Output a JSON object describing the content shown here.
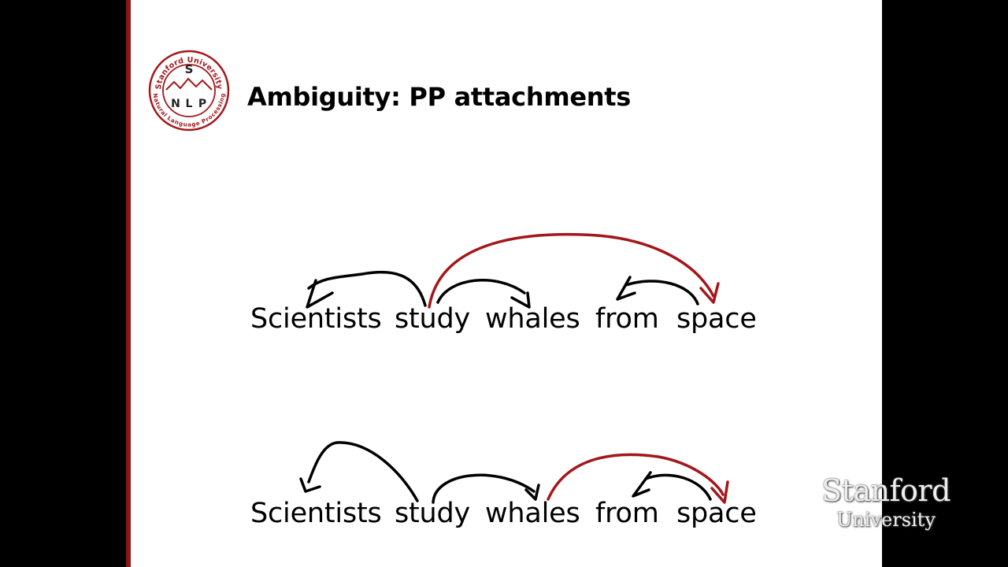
{
  "slide": {
    "title": "Ambiguity: PP attachments",
    "logo": {
      "letters": [
        "S",
        "N",
        "L",
        "P"
      ],
      "ring_text_top": "Stanford University",
      "ring_text_bottom": "Natural Language Processing",
      "color": "#a4161a"
    }
  },
  "diagram": {
    "colors": {
      "default_arc": "#000000",
      "highlight_arc": "#a4161a"
    },
    "sentences": [
      {
        "words": [
          "Scientists",
          "study",
          "whales",
          "from",
          "space"
        ],
        "arcs": [
          {
            "from": "study",
            "to": "Scientists",
            "color": "black"
          },
          {
            "from": "study",
            "to": "whales",
            "color": "black"
          },
          {
            "from": "study",
            "to": "space",
            "color": "red"
          },
          {
            "from": "space",
            "to": "from",
            "color": "black"
          }
        ]
      },
      {
        "words": [
          "Scientists",
          "study",
          "whales",
          "from",
          "space"
        ],
        "arcs": [
          {
            "from": "study",
            "to": "Scientists",
            "color": "black"
          },
          {
            "from": "study",
            "to": "whales",
            "color": "black"
          },
          {
            "from": "whales",
            "to": "space",
            "color": "red"
          },
          {
            "from": "space",
            "to": "from",
            "color": "black"
          }
        ]
      }
    ]
  },
  "watermark": {
    "line1": "Stanford",
    "line2": "University"
  }
}
